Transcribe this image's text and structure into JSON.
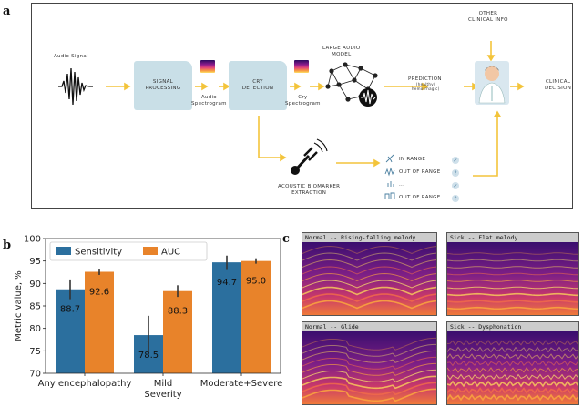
{
  "panel_a": {
    "letter": "a",
    "audio_signal": "Audio Signal",
    "signal_processing": [
      "SIGNAL",
      "PROCESSING"
    ],
    "audio_spectrogram": [
      "Audio",
      "Spectrogram"
    ],
    "cry_detection": [
      "CRY",
      "DETECTION"
    ],
    "cry_spectrogram": [
      "Cry",
      "Spectrogram"
    ],
    "large_audio_model": [
      "LARGE AUDIO",
      "MODEL"
    ],
    "prediction": [
      "PREDICTION"
    ],
    "prediction_sub": [
      "(healthy/",
      "hemorrhagic)"
    ],
    "other_info": [
      "OTHER",
      "CLINICAL INFO"
    ],
    "clinical_decision": [
      "CLINICAL",
      "DECISION"
    ],
    "acoustic": [
      "ACOUSTIC BIOMARKER",
      "EXTRACTION"
    ],
    "biomarkers": [
      {
        "label": "IN RANGE",
        "status": "✓"
      },
      {
        "label": "OUT OF RANGE",
        "status": "?"
      },
      {
        "label": "...",
        "status": "✓"
      },
      {
        "label": "OUT OF RANGE",
        "status": "?"
      }
    ]
  },
  "panel_b": {
    "letter": "b",
    "chart_data": {
      "type": "bar",
      "categories": [
        "Any encephalopathy",
        "Mild\nSeverity",
        "Moderate+Severe"
      ],
      "series": [
        {
          "name": "Sensitivity",
          "color": "#2b6f9e",
          "values": [
            88.7,
            78.5,
            94.7
          ],
          "err": [
            2.2,
            4.3,
            1.5
          ]
        },
        {
          "name": "AUC",
          "color": "#e8832a",
          "values": [
            92.6,
            88.3,
            95.0
          ],
          "err": [
            0.7,
            1.3,
            0.6
          ]
        }
      ],
      "value_labels": [
        [
          "88.7",
          "78.5",
          "94.7"
        ],
        [
          "92.6",
          "88.3",
          "95.0"
        ]
      ],
      "ylabel": "Metric value, %",
      "ylim": [
        70,
        100
      ],
      "yticks": [
        70,
        75,
        80,
        85,
        90,
        95,
        100
      ],
      "legend": "top-left"
    }
  },
  "panel_c": {
    "letter": "c",
    "spectrograms": [
      {
        "title": "Normal -- Rising-falling melody"
      },
      {
        "title": "Sick -- Flat melody"
      },
      {
        "title": "Normal -- Glide"
      },
      {
        "title": "Sick -- Dysphonation"
      }
    ]
  }
}
